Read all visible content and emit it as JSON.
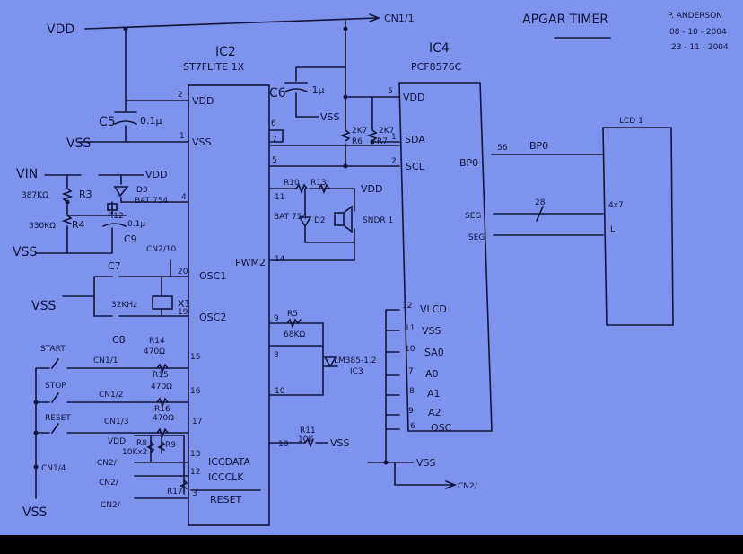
{
  "title": "APGAR TIMER",
  "author": "P. ANDERSON",
  "dates": [
    "08 - 10 - 2004",
    "23 - 11 - 2004"
  ],
  "colors": {
    "paper": "#7e93ee",
    "ink": "#12143a"
  },
  "rails": {
    "vdd": "VDD",
    "vss": "VSS",
    "vin": "VIN",
    "cn1_top": "CN1/1"
  },
  "ic2": {
    "ref": "IC2",
    "part": "ST7FLITE 1X",
    "pins": {
      "vdd": "VDD",
      "vss": "VSS",
      "osc1": "OSC1",
      "osc2": "OSC2",
      "iccdata": "ICCDATA",
      "iccclk": "ICCCLK",
      "reset": "RESET",
      "pwm": "PWM2"
    },
    "pin_numbers": {
      "p2": "2",
      "p1": "1",
      "p4": "4",
      "p20": "20",
      "p19": "19",
      "p15": "15",
      "p16": "16",
      "p17": "17",
      "p13": "13",
      "p12": "12",
      "p3": "3",
      "p6": "6",
      "p7": "7",
      "p5": "5",
      "p11": "11",
      "p14": "14",
      "p9": "9",
      "p8": "8",
      "p10": "10",
      "p18": "18"
    }
  },
  "ic4": {
    "ref": "IC4",
    "part": "PCF8576C",
    "pins": {
      "vdd": "VDD",
      "sda": "SDA",
      "scl": "SCL",
      "bp0": "BP0",
      "seg1": "SEG",
      "seg2": "SEG",
      "vlcd": "VLCD",
      "vss": "VSS",
      "sa0": "SA0",
      "a0": "A0",
      "a1": "A1",
      "a2": "A2",
      "osc": "OSC"
    },
    "pin_numbers": {
      "p5": "5",
      "p1": "1",
      "p2": "2",
      "p56": "56",
      "p12": "12",
      "p11": "11",
      "p10": "10",
      "p7": "7",
      "p8": "8",
      "p9": "9",
      "p6": "6"
    }
  },
  "lcd": {
    "ref": "LCD 1",
    "bp": "BP0",
    "bus_width": "28",
    "pin_4x7": "4x7",
    "pin_l": "L"
  },
  "components": {
    "c5": "C5",
    "c5_val": "0.1µ",
    "c6": "C6",
    "c6_val": "·1µ",
    "r3": "R3",
    "r3_val": "387KΩ",
    "r4": "R4",
    "r4_val": "330KΩ",
    "d3": "D3",
    "d3_part": "BAT 754",
    "r12": "R12",
    "c9": "C9",
    "c9_val": "0.1µ",
    "c7": "C7",
    "c8": "C8",
    "x1": "X1",
    "x1_val": "32KHz",
    "cn2_10": "CN2/10",
    "r6": "R6",
    "r7": "R7",
    "r6_val": "2K7",
    "r7_val": "2K7",
    "r10": "R10",
    "r13": "R13",
    "d2": "D2",
    "d2_part": "BAT 754",
    "sndr": "SNDR 1",
    "r5": "R5",
    "r5_val": "68KΩ",
    "ic3": "IC3",
    "ic3_part": "LM385-1.2",
    "r11": "R11",
    "r11_val": "10K",
    "r14": "R14",
    "r15": "R15",
    "r16": "R16",
    "r_val": "470Ω",
    "r8": "R8",
    "r9": "R9",
    "r89_val": "10Kx2",
    "r17": "R17"
  },
  "switches": {
    "start": "START",
    "stop": "STOP",
    "reset": "RESET"
  },
  "connectors": {
    "cn1_1": "CN1/1",
    "cn1_2": "CN1/2",
    "cn1_3": "CN1/3",
    "cn1_4": "CN1/4",
    "cn2_a": "CN2/",
    "cn2_b": "CN2/",
    "cn2_c": "CN2/",
    "cn2_d": "CN2/"
  }
}
